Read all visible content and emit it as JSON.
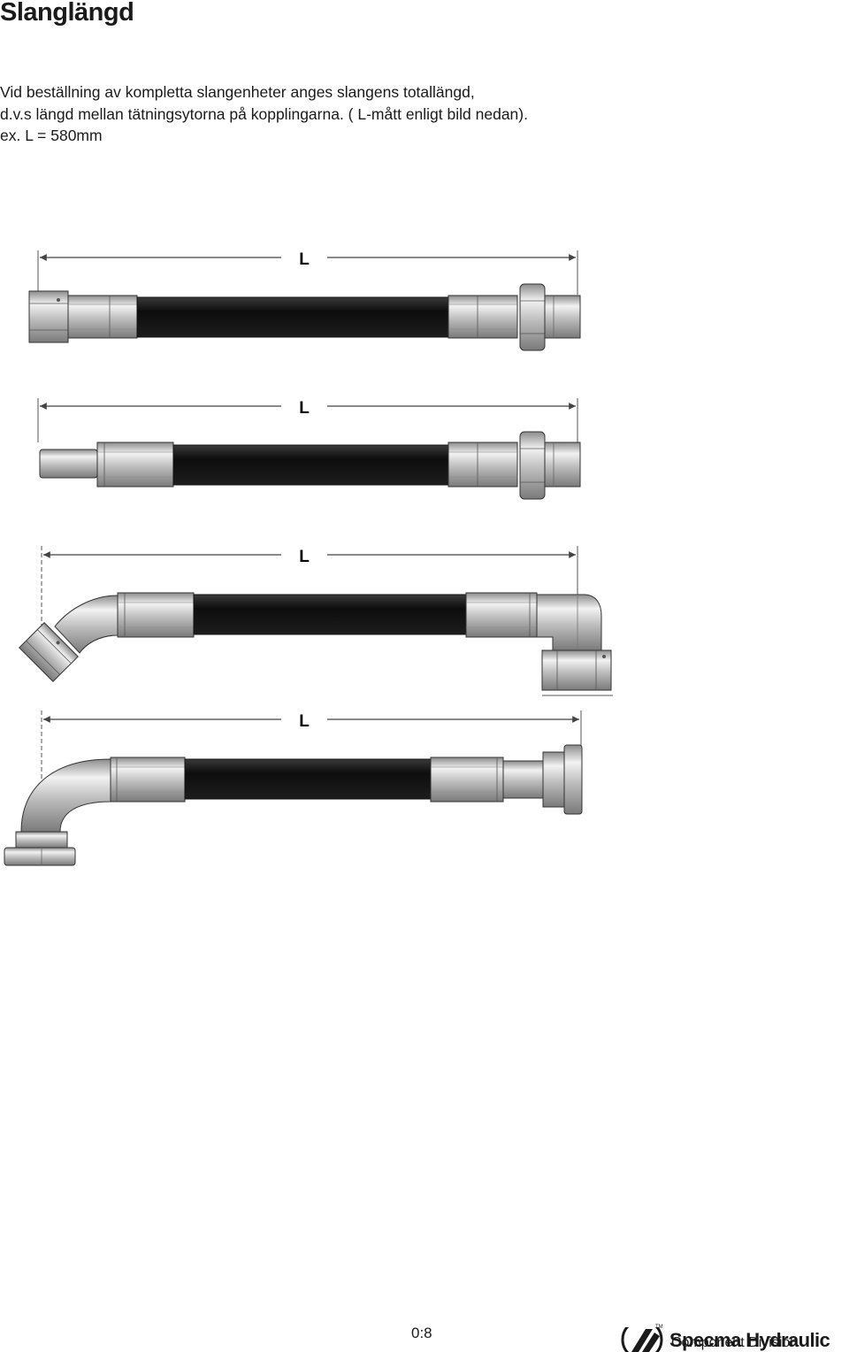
{
  "page": {
    "title": "Slanglängd",
    "intro_lines": [
      "Vid beställning av kompletta slangenheter anges slangens totallängd,",
      "d.v.s längd mellan tätningsytorna på kopplingarna. ( L-mått enligt bild nedan).",
      "ex.  L = 580mm"
    ],
    "dimension_label": "L",
    "page_number": "0:8"
  },
  "footer": {
    "brand": "Specma Hydraulic",
    "division": "Component Division",
    "trademark": "TM"
  },
  "colors": {
    "hose": "#1e1e1e",
    "metal": "#c9c9c9",
    "text": "#1a1a1a"
  }
}
